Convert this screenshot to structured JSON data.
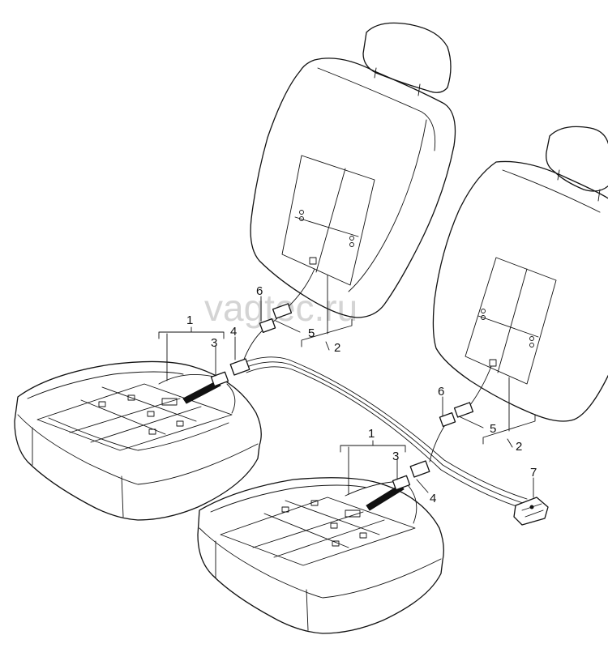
{
  "watermark": "vagtec.ru",
  "callouts": {
    "n1a": "1",
    "n3a": "3",
    "n4a": "4",
    "n6a": "6",
    "n5a": "5",
    "n2a": "2",
    "n1b": "1",
    "n3b": "3",
    "n4b": "4",
    "n6b": "6",
    "n5b": "5",
    "n2b": "2",
    "n7": "7"
  }
}
